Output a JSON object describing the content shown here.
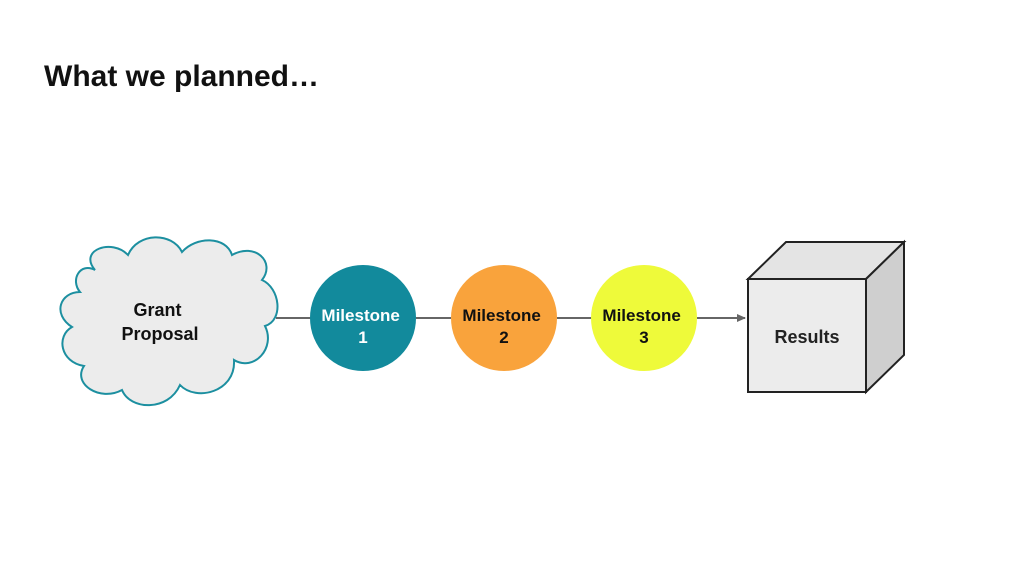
{
  "slide": {
    "title": "What we planned…"
  },
  "diagram": {
    "nodes": [
      {
        "id": "grant-proposal",
        "shape": "cloud",
        "lines": [
          "Grant",
          "Proposal"
        ],
        "fill": "#ececec",
        "stroke": "#1c8fa0",
        "text_color": "#111111"
      },
      {
        "id": "milestone-1",
        "shape": "circle",
        "lines": [
          "Milestone",
          "1"
        ],
        "fill": "#128a9c",
        "stroke": "#128a9c",
        "text_color": "#ffffff"
      },
      {
        "id": "milestone-2",
        "shape": "circle",
        "lines": [
          "Milestone",
          "2"
        ],
        "fill": "#f9a33c",
        "stroke": "#f9a33c",
        "text_color": "#111111"
      },
      {
        "id": "milestone-3",
        "shape": "circle",
        "lines": [
          "Milestone",
          "3"
        ],
        "fill": "#eefa3a",
        "stroke": "#eefa3a",
        "text_color": "#111111"
      },
      {
        "id": "results",
        "shape": "cube",
        "lines": [
          "Results"
        ],
        "fill": "#ececec",
        "stroke": "#222222",
        "text_color": "#222222"
      }
    ],
    "connectors": [
      {
        "from": "grant-proposal",
        "to": "milestone-1",
        "arrow": false
      },
      {
        "from": "milestone-1",
        "to": "milestone-2",
        "arrow": false
      },
      {
        "from": "milestone-2",
        "to": "milestone-3",
        "arrow": false
      },
      {
        "from": "milestone-3",
        "to": "results",
        "arrow": true
      }
    ],
    "connector_color": "#666666"
  }
}
